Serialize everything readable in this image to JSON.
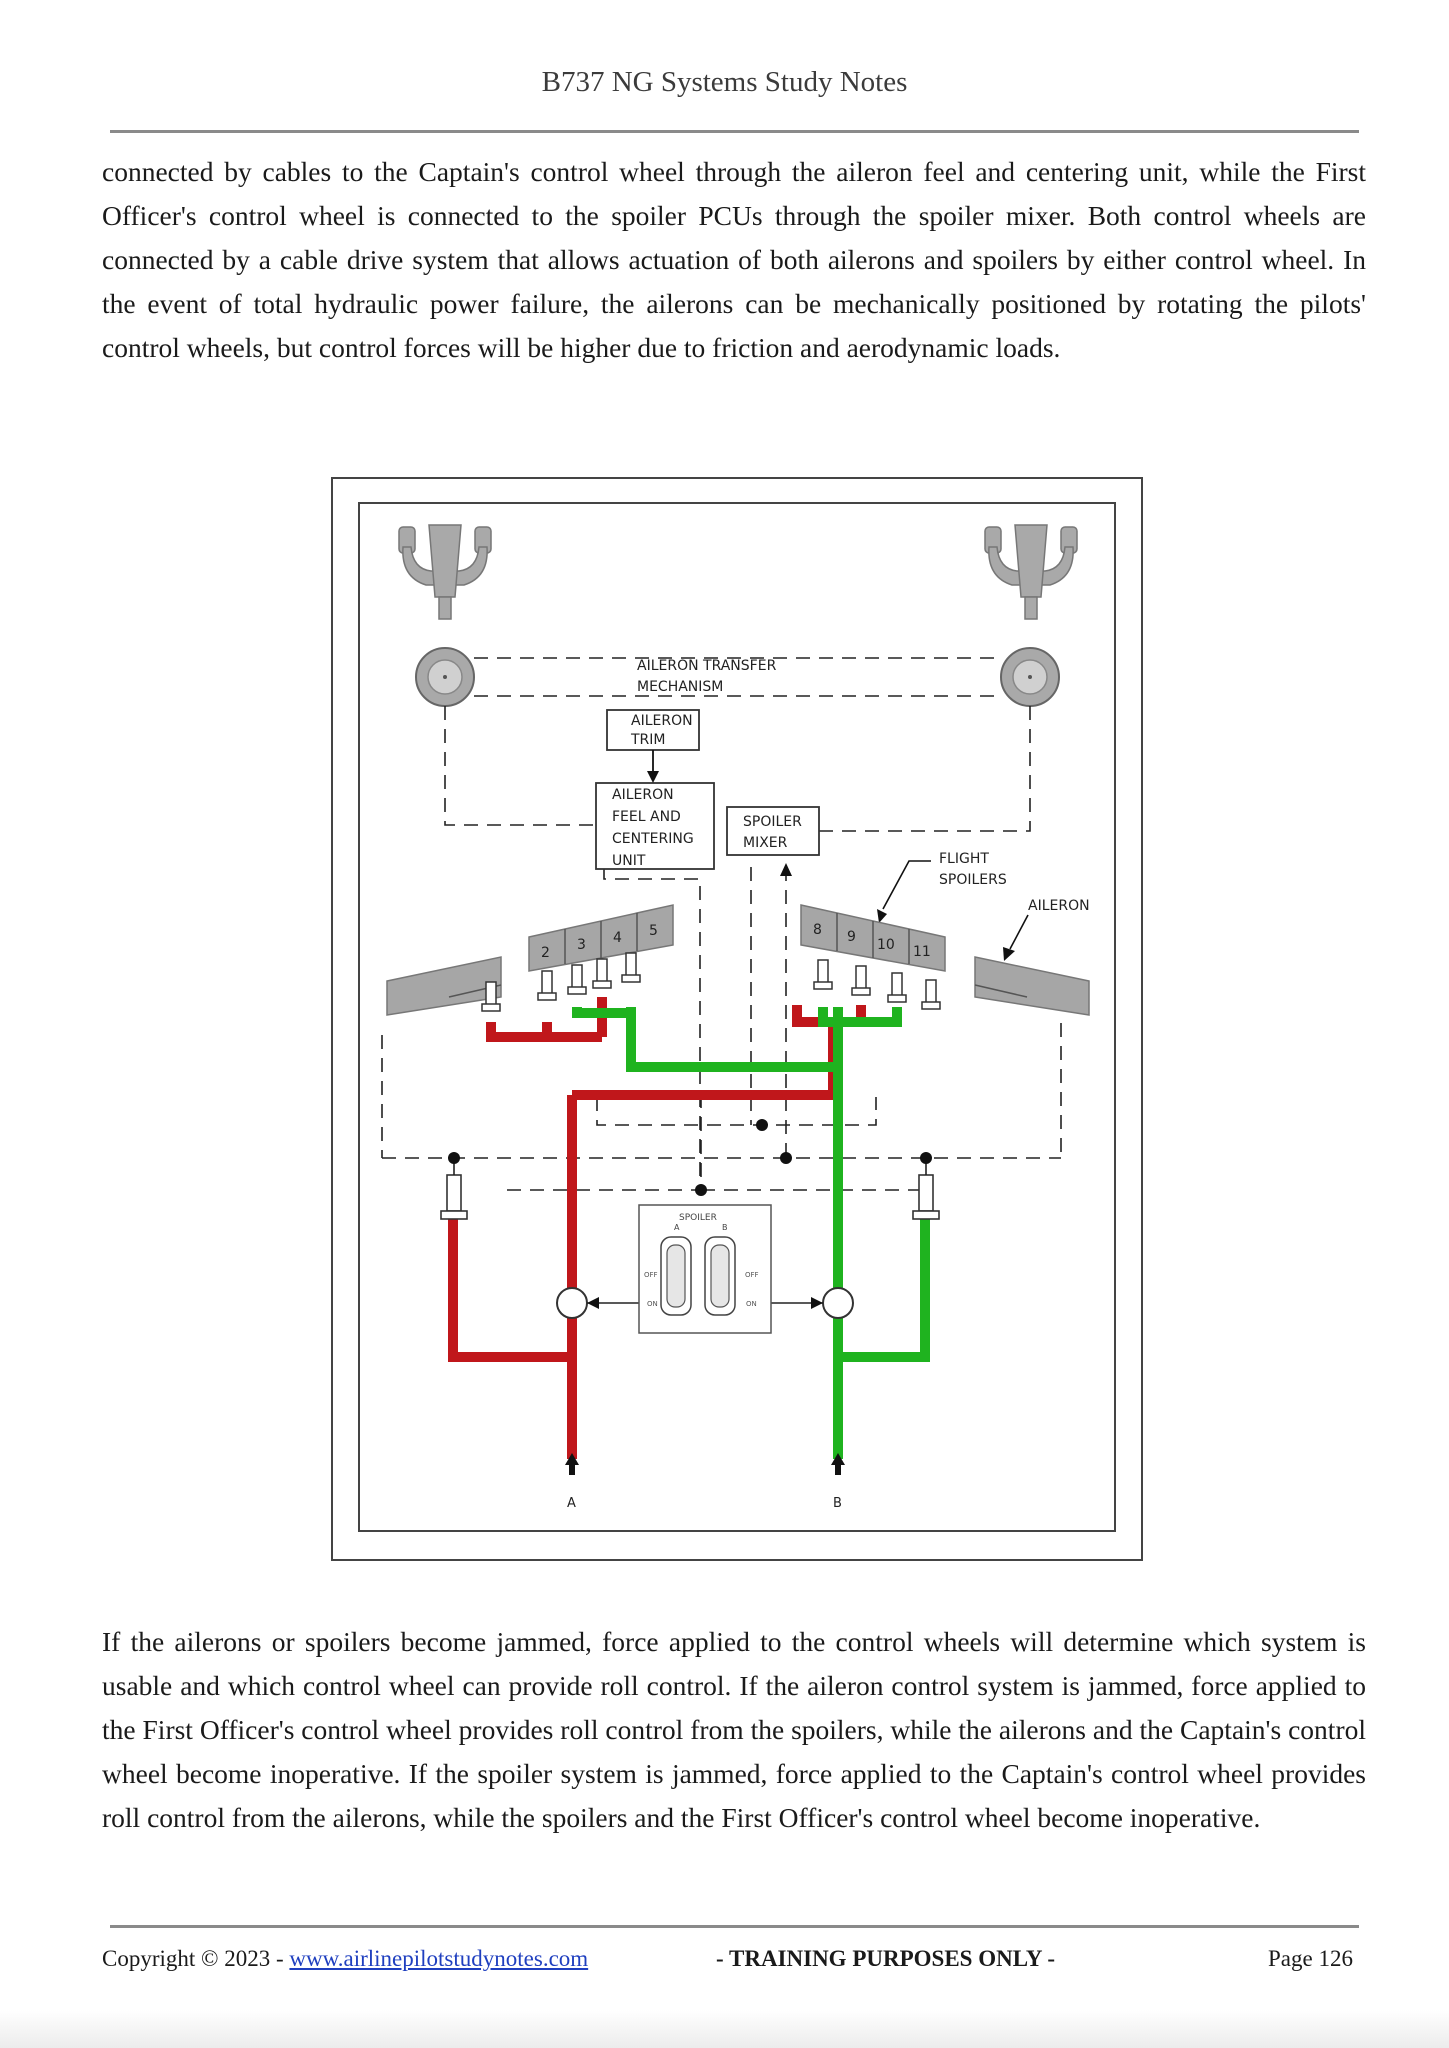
{
  "header": {
    "title": "B737 NG Systems Study Notes"
  },
  "paragraphs": {
    "p1": "connected by cables to the Captain's control wheel through the aileron feel and centering unit, while the First Officer's control wheel is connected to the spoiler PCUs through the spoiler mixer. Both control wheels are connected by a cable drive system that allows actuation of both ailerons and spoilers by either control wheel. In the event of total hydraulic power failure, the ailerons can be mechanically positioned by rotating the pilots' control wheels, but control forces will be higher due to friction and aerodynamic loads.",
    "p2": "If the ailerons or spoilers become jammed, force applied to the control wheels will determine which system is usable and which control wheel can provide roll control. If the aileron control system is jammed, force applied to the First Officer's control wheel provides roll control from the spoilers, while the ailerons and the Captain's control wheel become inoperative. If the spoiler system is jammed, force applied to the Captain's control wheel provides roll control from the ailerons, while the spoilers and the First Officer's control wheel become inoperative."
  },
  "diagram": {
    "transfer_line1": "AILERON TRANSFER",
    "transfer_line2": "MECHANISM",
    "trim_line1": "AILERON",
    "trim_line2": "TRIM",
    "feel_line1": "AILERON",
    "feel_line2": "FEEL AND",
    "feel_line3": "CENTERING",
    "feel_line4": "UNIT",
    "mixer_line1": "SPOILER",
    "mixer_line2": "MIXER",
    "flight_spoilers_line1": "FLIGHT",
    "flight_spoilers_line2": "SPOILERS",
    "aileron_label": "AILERON",
    "left_spoilers": [
      "2",
      "3",
      "4",
      "5"
    ],
    "right_spoilers": [
      "8",
      "9",
      "10",
      "11"
    ],
    "panel_title": "SPOILER",
    "panel_a": "A",
    "panel_b": "B",
    "off_label": "OFF",
    "on_label": "ON",
    "system_a": "A",
    "system_b": "B",
    "colors": {
      "system_a": "#c0171b",
      "system_b": "#1fb31f",
      "surface": "#a6a6a6"
    }
  },
  "footer": {
    "copyright": "Copyright © 2023 - ",
    "link": "www.airlinepilotstudynotes.com",
    "center": "- TRAINING PURPOSES ONLY -",
    "page": "Page 126"
  }
}
